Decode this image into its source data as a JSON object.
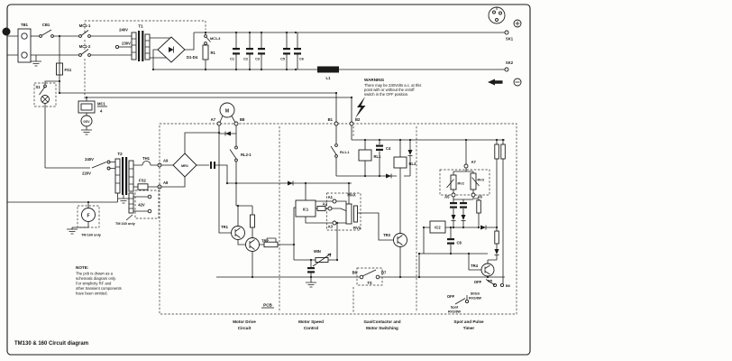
{
  "title": "TM130 & 160 Circuit diagram",
  "warning": {
    "heading": "WARNING",
    "line1": "There may be 230Volts a.c. at this",
    "line2": "point with or without the on/off",
    "line3": "switch in the OFF position."
  },
  "note": {
    "heading": "NOTE:",
    "line1": "The pcb is drawn as a",
    "line2": "schematic diagram only.",
    "line3": "For simplicity RF and",
    "line4": "other transient components",
    "line5": "have been omitted."
  },
  "sections": {
    "pcb": "PCB",
    "s1a": "Motor Drive",
    "s1b": "Circuit",
    "s2a": "Motor Speed",
    "s2b": "Control",
    "s3a": "Gas/Contactor and",
    "s3b": "Motor Switching",
    "s4a": "Spot and Pulse",
    "s4b": "Timer"
  },
  "labels": {
    "tb1": "TB1",
    "cb1": "CB1",
    "fs1": "FS1",
    "s1": "S1",
    "mc1_1": "MC1-1",
    "mc1_2": "MC1-2",
    "mc1_3": "MC1-3",
    "mc1_num": "MC1",
    "mc1_den": "4",
    "gsv": "GSV",
    "t1": "T1",
    "v240_t1": "240V",
    "v230_t1": "230V",
    "d1_d4": "D1-D4",
    "r1": "R1",
    "c1": "C1",
    "c2": "C2",
    "c3": "C3",
    "c5": "C5",
    "c6": "C6",
    "l1": "L1",
    "sk1": "SK1",
    "sk2": "SK2",
    "t2": "T2",
    "v240_t2": "240V",
    "v220_t2": "220V",
    "th1": "TH1",
    "a9": "A9",
    "fs2": "FS2",
    "a8": "A8",
    "v42": "42V",
    "tm160_t2": "TM 160 only",
    "fan": "F",
    "tm160_fan": "TM 160 only",
    "mr1": "MR1",
    "motor": "M",
    "a7_motor": "A7",
    "b8": "B8",
    "b1": "B1",
    "b2": "B2",
    "rl2_1": "RL2-1",
    "tr1": "TR1",
    "tr2": "TR2",
    "ic1": "IC1",
    "a1": "A1",
    "a2": "A2",
    "a3": "A3",
    "max": "MAX",
    "rv1": "RV1",
    "min": "MIN",
    "tr3": "TR3",
    "rl1_1": "RL1-1",
    "c4": "C4",
    "rl1": "RL1",
    "rl2": "RL2",
    "b6_ts": "B6",
    "b7": "B7",
    "ts": "TS",
    "a7_rv": "A7",
    "rv2": "RV2",
    "rv3": "RV3",
    "a5": "A5",
    "a6": "A6",
    "ic2": "IC2",
    "c8": "C8",
    "tr4": "TR4",
    "off_stitch": "OFF",
    "b5": "B5",
    "b6_sw": "B6",
    "stitch": "Stitch",
    "stitch_rv": "RV2/8W",
    "off_spot": "OFF",
    "spot": "Spot",
    "spot_rv": "RV2/8W"
  }
}
